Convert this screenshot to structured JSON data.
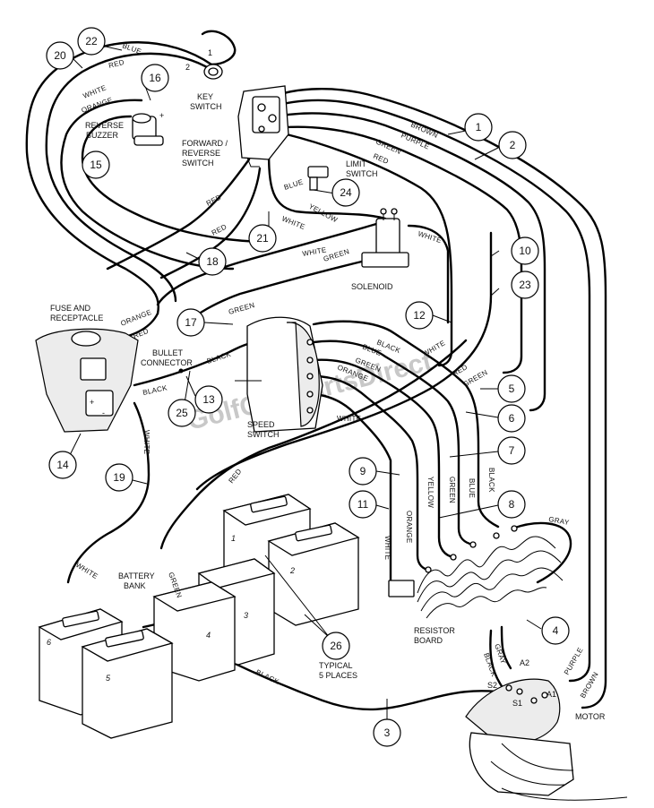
{
  "watermark": "GolfCartPartsDirect",
  "components": {
    "key_switch": "KEY SWITCH",
    "key_switch_term1": "1",
    "key_switch_term2": "2",
    "reverse_buzzer": "REVERSE BUZZER",
    "reverse_buzzer_neg": "-",
    "reverse_buzzer_pos": "+",
    "fr_switch": "FORWARD / REVERSE SWITCH",
    "limit_switch": "LIMIT SWITCH",
    "solenoid": "SOLENOID",
    "fuse": "FUSE AND RECEPTACLE",
    "bullet": "BULLET CONNECTOR",
    "speed_switch": "SPEED SWITCH",
    "battery_bank": "BATTERY BANK",
    "resistor_board": "RESISTOR BOARD",
    "typical": "TYPICAL 5 PLACES",
    "motor": "MOTOR"
  },
  "terminals": {
    "a1": "A1",
    "a2": "A2",
    "s1": "S1",
    "s2": "S2"
  },
  "batteries": [
    "1",
    "2",
    "3",
    "4",
    "5",
    "6"
  ],
  "wire_labels": {
    "blue": "BLUE",
    "red": "RED",
    "white": "WHITE",
    "orange": "ORANGE",
    "brown": "BROWN",
    "purple": "PURPLE",
    "green": "GREEN",
    "yellow": "YELLOW",
    "black": "BLACK",
    "gray": "GRAY",
    "white_dash": "WHITE-"
  },
  "callouts": [
    "1",
    "2",
    "3",
    "4",
    "5",
    "6",
    "7",
    "8",
    "9",
    "10",
    "11",
    "12",
    "13",
    "14",
    "15",
    "16",
    "17",
    "18",
    "19",
    "20",
    "21",
    "22",
    "23",
    "24",
    "25",
    "26"
  ]
}
